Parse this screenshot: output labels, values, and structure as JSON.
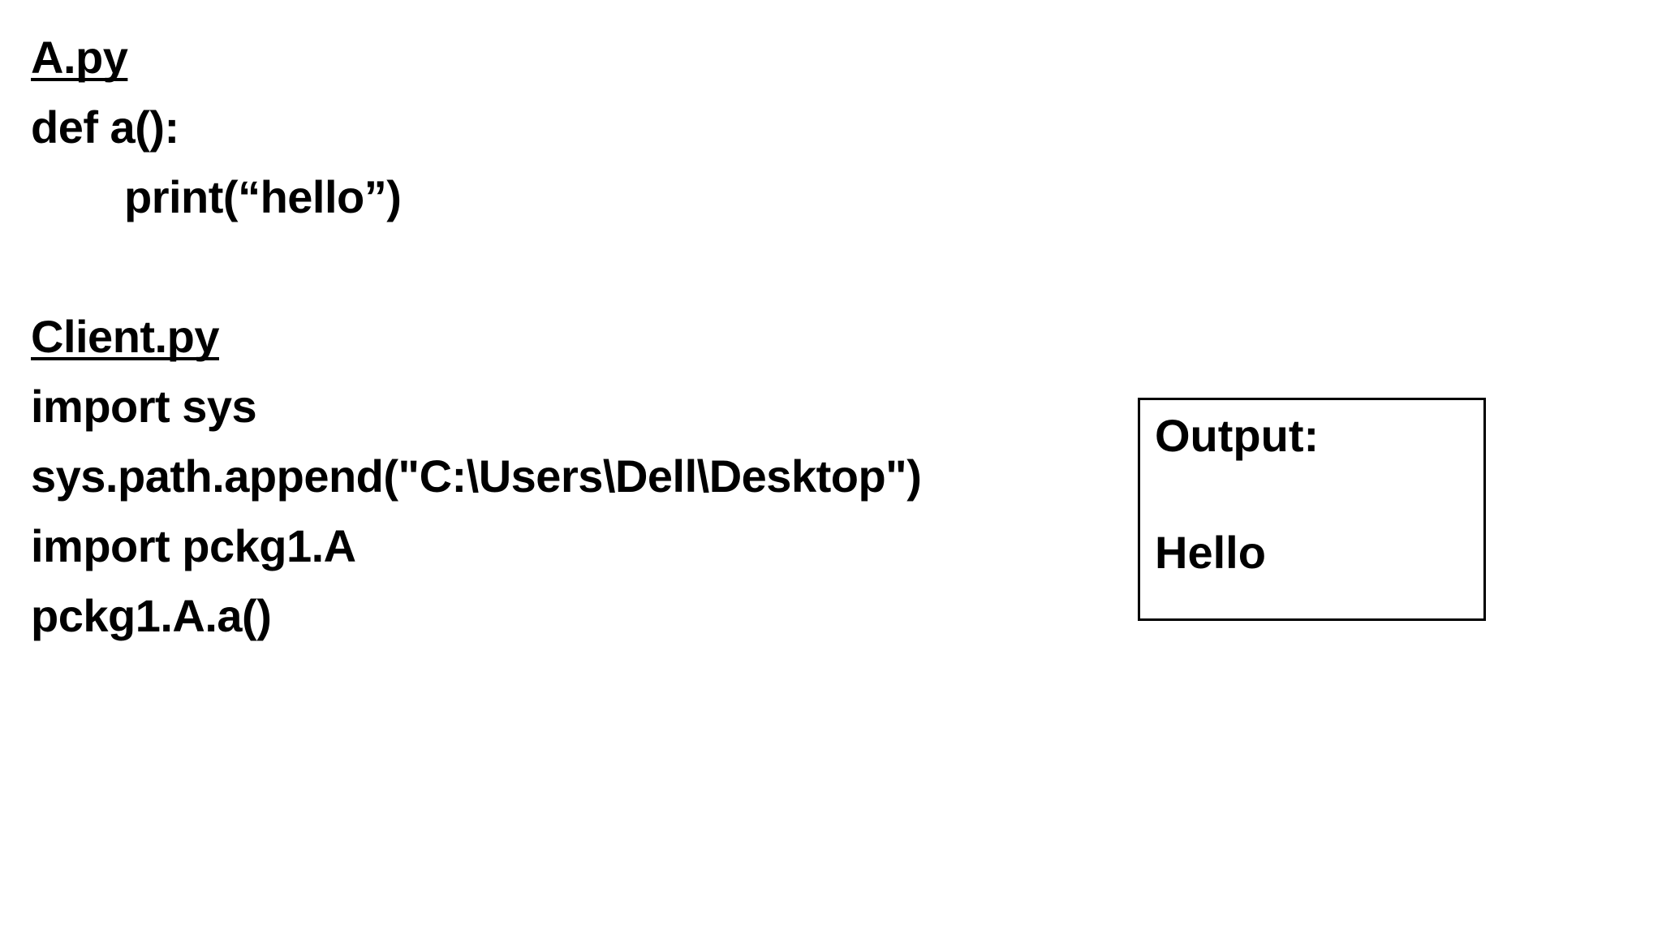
{
  "slide": {
    "background": "#ffffff",
    "text_color": "#000000"
  },
  "sections": [
    {
      "filename": "A.py",
      "lines": [
        {
          "text": "def a():",
          "indent": false
        },
        {
          "text": "print(“hello”)",
          "indent": true
        }
      ]
    },
    {
      "filename": "Client.py",
      "lines": [
        {
          "text": "import sys",
          "indent": false
        },
        {
          "text": "sys.path.append(\"C:\\Users\\Dell\\Desktop\")",
          "indent": false
        },
        {
          "text": "import pckg1.A",
          "indent": false
        },
        {
          "text": "pckg1.A.a()",
          "indent": false
        }
      ]
    }
  ],
  "output_box": {
    "title": "Output:",
    "result": "Hello"
  }
}
